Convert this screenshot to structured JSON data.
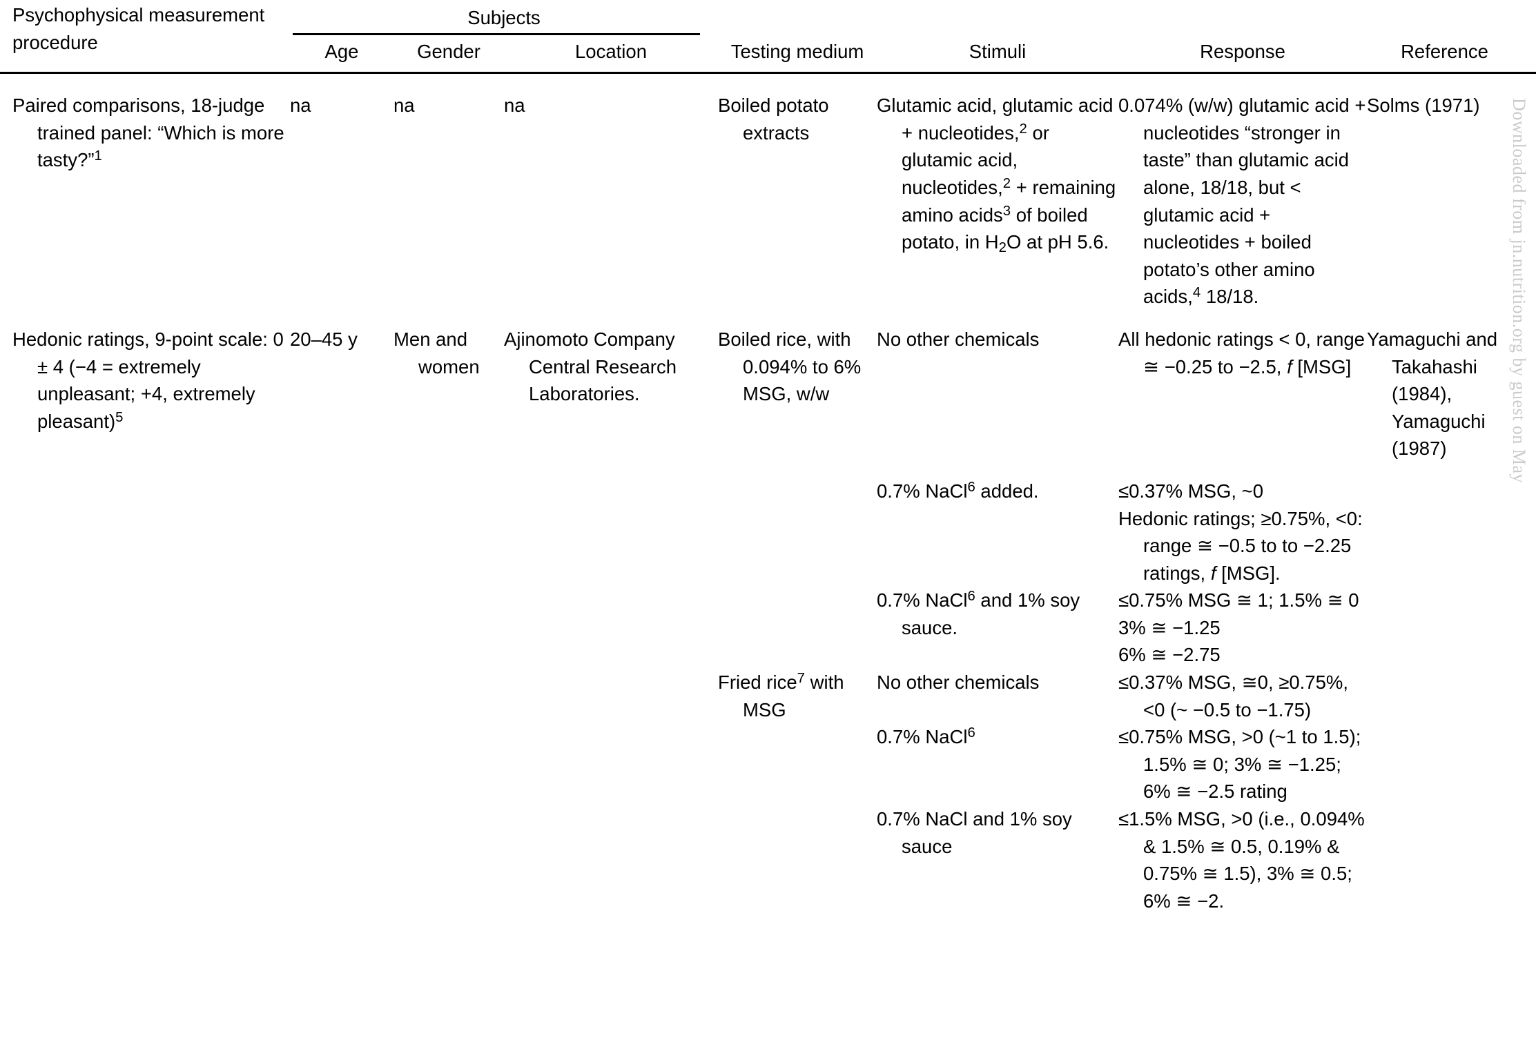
{
  "table": {
    "header": {
      "col_procedure": "Psychophysical measurement procedure",
      "group_subjects": "Subjects",
      "col_age": "Age",
      "col_gender": "Gender",
      "col_location": "Location",
      "col_testing_medium": "Testing medium",
      "col_stimuli": "Stimuli",
      "col_response": "Response",
      "col_reference": "Reference"
    },
    "rows": [
      {
        "procedure": "Paired comparisons, 18-judge trained panel: “Which is more tasty?”1",
        "age": "na",
        "gender": "na",
        "location": "na",
        "testing_medium": "Boiled potato extracts",
        "stimuli": "Glutamic acid, glutamic acid + nucleotides,2 or glutamic acid, nucleotides,2 + remaining amino acids3 of boiled potato, in H2O at pH 5.6.",
        "response": "0.074% (w/w) glutamic acid + nucleotides “stronger in taste” than glutamic acid alone, 18/18, but < glutamic acid + nucleotides + boiled potato’s other amino acids,4 18/18.",
        "reference": "Solms (1971)"
      },
      {
        "procedure": "Hedonic ratings, 9-point scale: 0 ± 4 (−4 = extremely unpleasant; +4, extremely pleasant)5",
        "age": "20–45 y",
        "gender": "Men and women",
        "location": "Ajinomoto Company Central Research Laboratories.",
        "reference": "Yamaguchi and Takahashi (1984), Yamaguchi (1987)",
        "media": [
          {
            "testing_medium": "Boiled rice, with 0.094% to 6% MSG, w/w",
            "entries": [
              {
                "stimuli": "No other chemicals",
                "response": "All hedonic ratings < 0, range ≅ −0.25 to −2.5, f [MSG]"
              },
              {
                "stimuli": "0.7% NaCl6 added.",
                "response": "≤0.37% MSG, ~0 Hedonic ratings; ≥0.75%, <0: range ≅ −0.5 to to −2.25 ratings, f [MSG]."
              },
              {
                "stimuli": "0.7% NaCl6 and 1% soy sauce.",
                "response": "≤0.75% MSG ≅ 1; 1.5% ≅ 0 3% ≅ −1.25 6% ≅ −2.75"
              }
            ]
          },
          {
            "testing_medium": "Fried rice7 with MSG",
            "entries": [
              {
                "stimuli": "No other chemicals",
                "response": "≤0.37% MSG, ≅0, ≥0.75%, <0 (~ −0.5 to −1.75)"
              },
              {
                "stimuli": "0.7% NaCl6",
                "response": "≤0.75% MSG, >0 (~1 to 1.5); 1.5% ≅ 0; 3% ≅ −1.25; 6% ≅ −2.5 rating"
              },
              {
                "stimuli": "0.7% NaCl and 1% soy sauce",
                "response": "≤1.5% MSG, >0 (i.e., 0.094% & 1.5% ≅ 0.5, 0.19% & 0.75% ≅ 1.5), 3% ≅ 0.5; 6% ≅ −2."
              }
            ]
          }
        ]
      }
    ]
  },
  "watermark": {
    "text": "Downloaded from jn.nutrition.org by guest on May"
  }
}
